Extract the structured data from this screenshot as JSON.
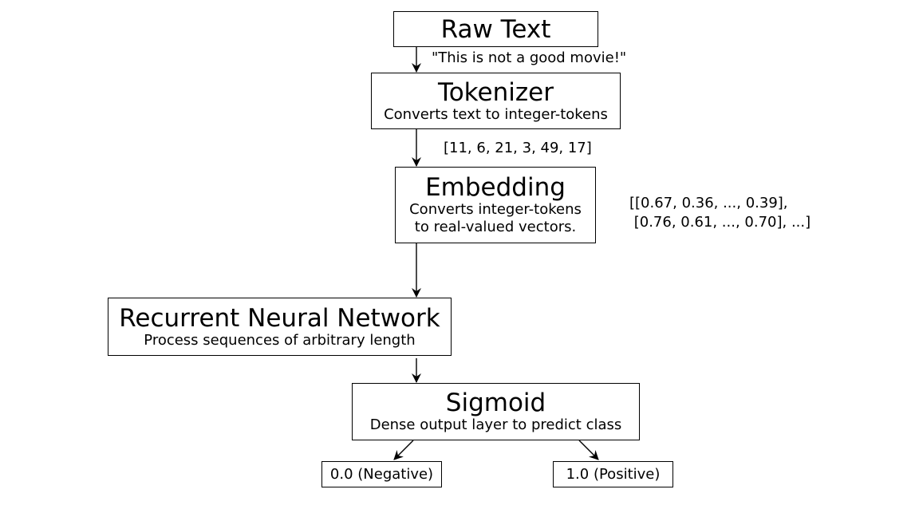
{
  "nodes": {
    "raw_text": {
      "title": "Raw Text"
    },
    "tokenizer": {
      "title": "Tokenizer",
      "subtitle": "Converts text to integer-tokens"
    },
    "embedding": {
      "title": "Embedding",
      "subtitle_line1": "Converts integer-tokens",
      "subtitle_line2": "to real-valued vectors."
    },
    "rnn": {
      "title": "Recurrent Neural Network",
      "subtitle": "Process sequences of arbitrary length"
    },
    "sigmoid": {
      "title": "Sigmoid",
      "subtitle": "Dense output layer to predict class"
    },
    "negative": {
      "label": "0.0 (Negative)"
    },
    "positive": {
      "label": "1.0 (Positive)"
    }
  },
  "annotations": {
    "example_text": "\"This is not a good movie!\"",
    "tokens": "[11, 6, 21, 3, 49, 17]",
    "vectors_line1": "[[0.67, 0.36, ..., 0.39],",
    "vectors_line2": " [0.76, 0.61, ..., 0.70], ...]"
  }
}
